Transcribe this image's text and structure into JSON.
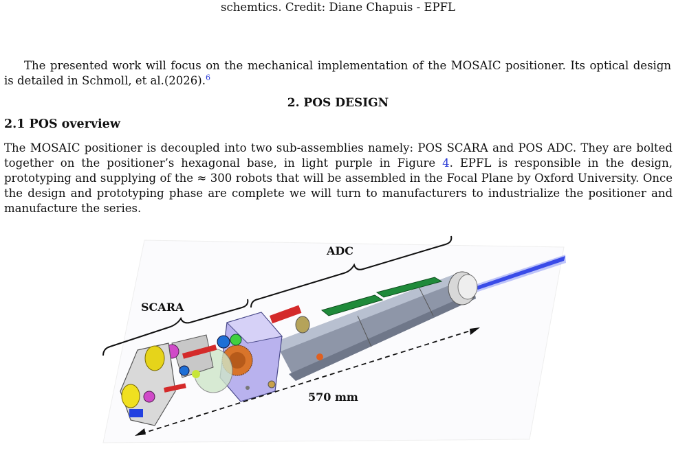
{
  "caption_tail": "schemtics. Credit: Diane Chapuis - EPFL",
  "para1": {
    "text": "The presented work will focus on the mechanical implementation of the MOSAIC positioner. Its optical design is detailed in Schmoll, et al.(2026).",
    "ref": "6"
  },
  "section_title": "2. POS DESIGN",
  "subsection_title": "2.1 POS overview",
  "para2": {
    "before_link": "The MOSAIC positioner is decoupled into two sub-assemblies namely: POS SCARA and POS ADC. They are bolted together on the positioner’s hexagonal base, in light purple in Figure ",
    "link": "4",
    "after_link": ". EPFL is responsible in the design, prototyping and supplying of the ≈ 300 robots that will be assembled in the Focal Plane by Oxford University. Once the design and prototyping phase are complete we will turn to manufacturers to industrialize the positioner and manufacture the series."
  },
  "figure": {
    "label_scara": "SCARA",
    "label_adc": "ADC",
    "label_length": "570 mm"
  },
  "colors": {
    "link": "#2a3bd6",
    "pcb_green": "#1f8a3a",
    "tube_grey": "#8e96a8",
    "base_purple": "#b9b2ee",
    "beam_blue": "#1a2fe0",
    "gear_orange": "#d8742a"
  }
}
